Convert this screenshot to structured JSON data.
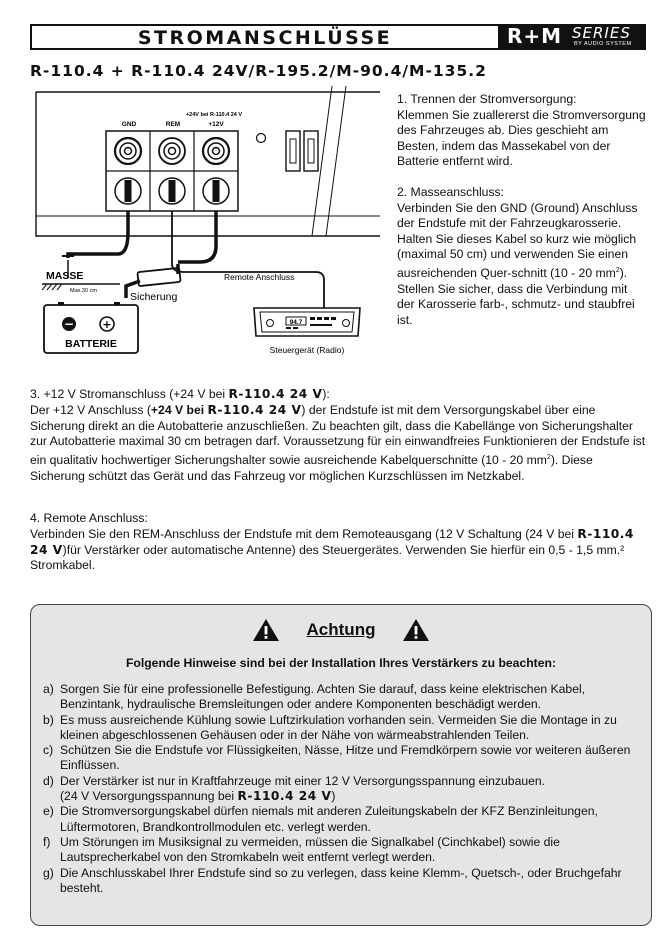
{
  "header": {
    "title": "STROMANSCHLÜSSE",
    "badge_rm": "R+M",
    "badge_series": "SERIES",
    "badge_by": "BY AUDIO SYSTEM"
  },
  "models": "R-110.4 + R-110.4 24V/R-195.2/M-90.4/M-135.2",
  "diagram": {
    "terminal_note": "+24V bei R-110.4 24 V",
    "gnd": "GND",
    "rem": "REM",
    "plus12": "+12V",
    "masse": "MASSE",
    "max": "Max.30 cm",
    "sicherung": "Sicherung",
    "remote": "Remote Anschluss",
    "batterie": "BATTERIE",
    "minus": "−",
    "plus": "+",
    "radio_display": "94.7",
    "steuergeraet": "Steuergerät (Radio)"
  },
  "sections": {
    "s1": {
      "title": "1. Trennen der Stromversorgung:",
      "body": "Klemmen Sie zuallererst die Stromversorgung des Fahrzeuges ab. Dies geschieht am Besten, indem das Massekabel von der Batterie entfernt wird."
    },
    "s2": {
      "title": "2. Masseanschluss:",
      "body_a": "Verbinden Sie den GND (Ground) Anschluss der Endstufe mit der Fahrzeugkarosserie. Halten Sie dieses Kabel so kurz wie möglich (maximal 50 cm) und verwenden Sie einen ausreichenden Quer-schnitt (10 - 20 mm",
      "sup": "2",
      "body_b": "). Stellen Sie sicher, dass die Verbindung mit der Karosserie farb-, schmutz- und staubfrei ist."
    },
    "s3": {
      "title_a": "3. +12 V Stromanschluss (+24 V bei ",
      "title_model": "R-110.4 24 V",
      "title_b": "):",
      "body_a": "Der +12 V Anschluss (",
      "body_bold": "+24 V bei ",
      "body_model": "R-110.4 24 V",
      "body_b": ") der Endstufe ist mit dem Versorgungskabel über eine Sicherung direkt an die Autobatterie anzuschließen. Zu beachten gilt, dass die Kabellänge von Sicherungshalter zur Autobatterie maximal 30 cm betragen darf. Voraussetzung für ein einwandfreies Funktionieren der Endstufe ist ein qualitativ hochwertiger Sicherungshalter sowie ausreichende Kabelquerschnitte (10 - 20 mm",
      "sup": "2",
      "body_c": "). Diese Sicherung schützt das Gerät und das Fahrzeug vor möglichen Kurzschlüssen im Netzkabel."
    },
    "s4": {
      "title": "4. Remote Anschluss:",
      "body_a": "Verbinden Sie den REM-Anschluss der Endstufe mit dem Remoteausgang (12 V Schaltung (24 V bei ",
      "body_model": "R-110.4 24 V",
      "body_b": ")für Verstärker oder automatische Antenne) des Steuergerätes. Verwenden Sie hierfür ein 0,5 - 1,5 mm.² Stromkabel."
    }
  },
  "warning": {
    "title": "Achtung",
    "subtitle": "Folgende Hinweise sind bei der Installation Ihres Verstärkers zu beachten:",
    "items": [
      {
        "label": "a)",
        "text": "Sorgen Sie für eine professionelle Befestigung. Achten Sie darauf, dass keine elektrischen Kabel, Benzintank, hydraulische Bremsleitungen oder andere Komponenten beschädigt werden."
      },
      {
        "label": "b)",
        "text": "Es muss ausreichende Kühlung sowie Luftzirkulation vorhanden sein. Vermeiden Sie die Montage in zu kleinen abgeschlossenen Gehäusen oder in der Nähe von wärmeabstrahlenden Teilen."
      },
      {
        "label": "c)",
        "text": "Schützen Sie die Endstufe vor Flüssigkeiten, Nässe, Hitze und  Fremdkörpern sowie vor weiteren äußeren Einflüssen."
      },
      {
        "label": "d)",
        "text": "Der Verstärker ist nur in Kraftfahrzeuge mit einer 12 V Versorgungsspannung einzubauen.",
        "text2": "(24 V Versorgungsspannung bei ",
        "model": "R-110.4 24 V",
        "text3": ")"
      },
      {
        "label": "e)",
        "text": "Die Stromversorgungskabel dürfen niemals mit anderen Zuleitungskabeln der KFZ Benzinleitungen, Lüftermotoren, Brandkontrollmodulen etc. verlegt werden."
      },
      {
        "label": "f)",
        "text": "Um Störungen im Musiksignal zu vermeiden, müssen die Signalkabel (Cinchkabel) sowie die Lautsprecherkabel von den Stromkabeln weit entfernt verlegt werden."
      },
      {
        "label": "g)",
        "text": "Die Anschlusskabel Ihrer Endstufe sind so zu verlegen, dass keine Klemm-, Quetsch-, oder Bruchgefahr besteht."
      }
    ]
  }
}
